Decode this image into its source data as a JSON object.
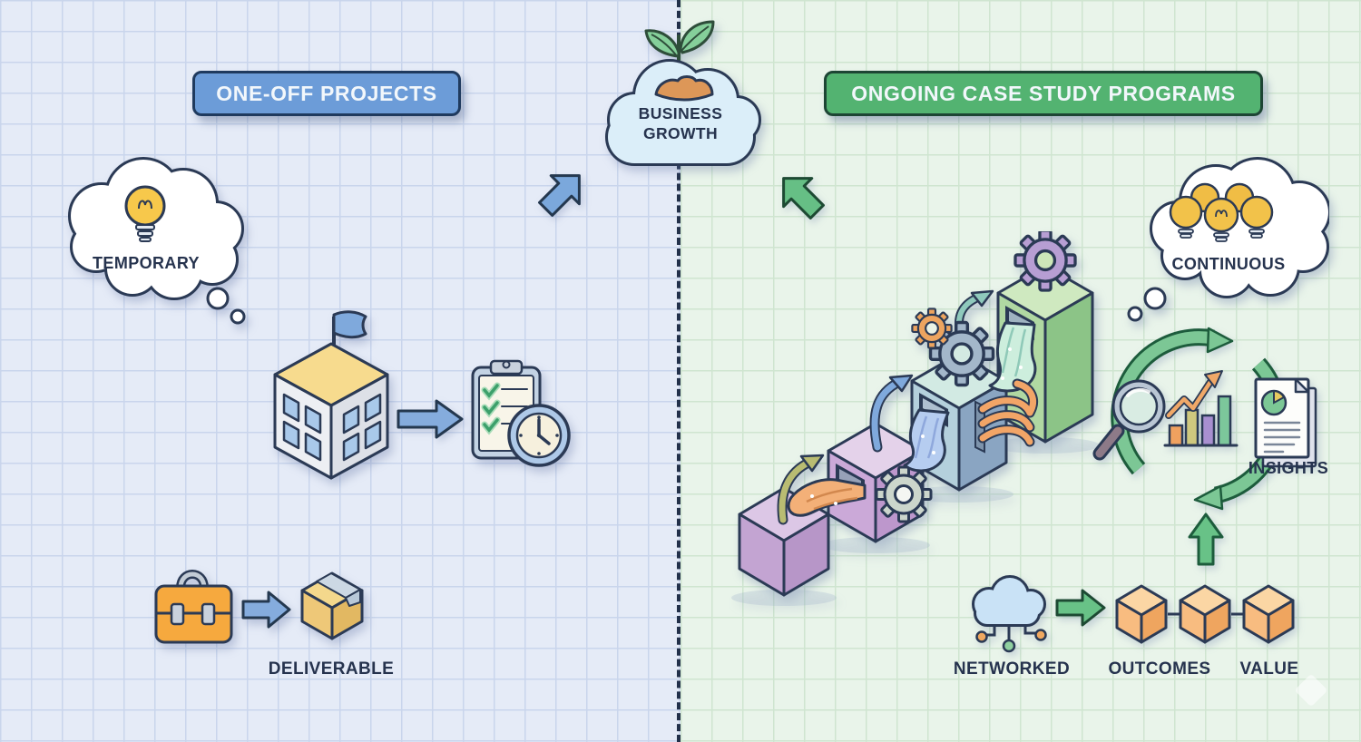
{
  "center": {
    "growth_cloud": {
      "line1": "BUSINESS",
      "line2": "GROWTH",
      "icon": "sprout-icon"
    }
  },
  "left_panel": {
    "header": "ONE-OFF PROJECTS",
    "thought": "TEMPORARY",
    "deliverable": "DELIVERABLE",
    "accent_color": "#6c9cd8",
    "background_color": "#e5ebf7",
    "grid_color": "#c9d5ec",
    "icons": [
      "thought-cloud-icon",
      "lightbulb-icon",
      "building-icon",
      "flag-icon",
      "arrow-right-icon",
      "checklist-icon",
      "clock-icon",
      "toolbox-icon",
      "package-icon",
      "arrow-up-right-icon"
    ]
  },
  "right_panel": {
    "header": "ONGOING CASE STUDY PROGRAMS",
    "thought": "CONTINUOUS",
    "insights": "INSIGHTS",
    "networked": "NETWORKED",
    "outcomes": "OUTCOMES",
    "value": "VALUE",
    "accent_color": "#53b371",
    "background_color": "#e9f4ea",
    "grid_color": "#cfe5d0",
    "icons": [
      "thought-cloud-icon",
      "lightbulb-cluster-icon",
      "step-machines-icon",
      "gear-icon",
      "waterfall-icon",
      "coil-icon",
      "curved-arrow-icon",
      "cycle-arrows-icon",
      "magnifier-icon",
      "bar-chart-icon",
      "trend-arrow-icon",
      "report-document-icon",
      "pie-chart-icon",
      "arrow-up-icon",
      "network-cloud-icon",
      "outcome-cube-icon",
      "arrow-up-left-icon",
      "arrow-right-icon"
    ]
  },
  "divider": {
    "style": "dashed",
    "color": "#22304a"
  }
}
